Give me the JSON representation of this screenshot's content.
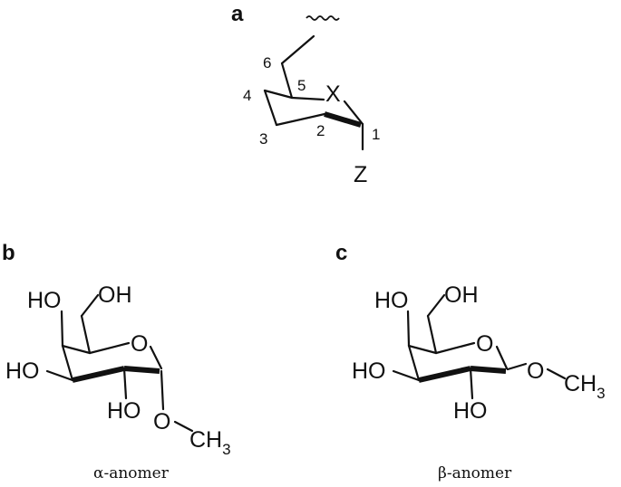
{
  "panels": {
    "a": {
      "label": "a",
      "ring_atom": "X",
      "substituent": "Z",
      "positions": [
        "1",
        "2",
        "3",
        "4",
        "5",
        "6"
      ]
    },
    "b": {
      "label": "b",
      "groups": {
        "oh_top_left": "HO",
        "oh_top_right": "OH",
        "ring_o": "O",
        "oh_left": "HO",
        "oh_bottom": "HO",
        "o_methoxy": "O",
        "methyl": "CH",
        "methyl_sub": "3"
      },
      "caption": "α-anomer"
    },
    "c": {
      "label": "c",
      "groups": {
        "oh_top_left": "HO",
        "oh_top_right": "OH",
        "ring_o": "O",
        "oh_left": "HO",
        "oh_bottom": "HO",
        "o_methoxy": "O",
        "methyl": "CH",
        "methyl_sub": "3"
      },
      "caption": "β-anomer"
    }
  }
}
